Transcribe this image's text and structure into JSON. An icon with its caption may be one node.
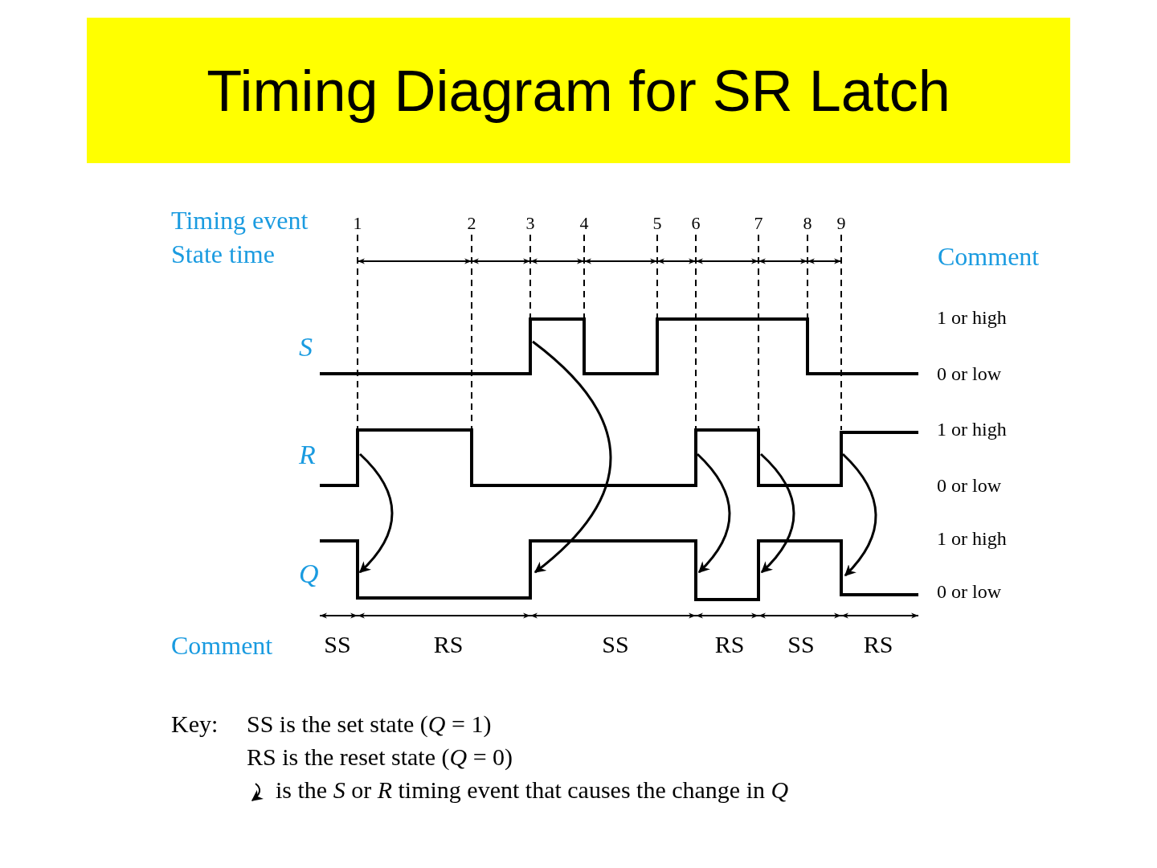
{
  "diagram": {
    "title": "Timing Diagram for SR Latch",
    "labels": [
      "Timing event",
      "1",
      "2",
      "3",
      "4",
      "5",
      "6",
      "7",
      "8",
      "9",
      "State time",
      "Comment",
      "1 or high",
      "S",
      "0 or low",
      "1 or high",
      "R",
      "0 or low",
      "1 or high",
      "Q",
      "0 or low",
      "Comment",
      "SS",
      "RS",
      "SS",
      "RS",
      "SS",
      "RS",
      "Key:",
      "SS is the set state (*Q* = 1)",
      "RS is the reset state (*Q* = 0)",
      "is the *S* or *R* timing event that causes the change in *Q*"
    ]
  }
}
